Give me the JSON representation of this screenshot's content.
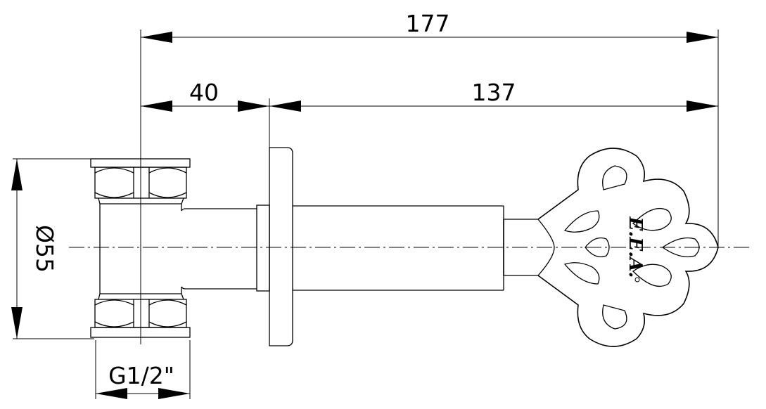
{
  "dimensions": {
    "overall_length": "177",
    "body_length": "40",
    "spindle_length": "137",
    "diameter": "Ø55",
    "thread": "G1/2\""
  },
  "brand": {
    "logo_text": "E.E.A."
  }
}
